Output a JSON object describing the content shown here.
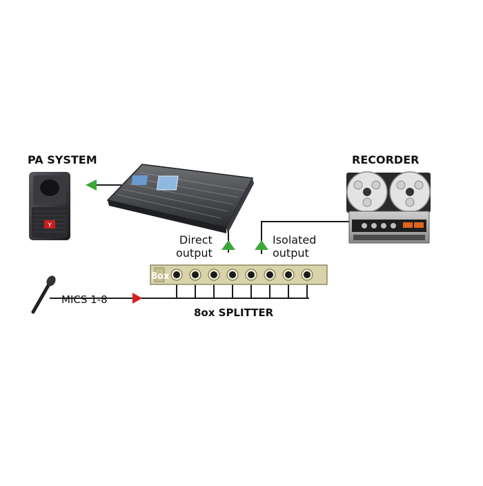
{
  "labels": {
    "pa_system": "PA SYSTEM",
    "recorder": "RECORDER",
    "splitter": "8ox SPLITTER",
    "mics": "MICS 1-8",
    "direct_line1": "Direct",
    "direct_line2": "output",
    "isolated_line1": "Isolated",
    "isolated_line2": "output",
    "splitter_badge": "8ox"
  },
  "colors": {
    "line": "#1a1a1a",
    "arrow_green": "#3aa83a",
    "arrow_red": "#d42020",
    "panel": "#d8d3a8",
    "lcd": "#8fb8e0"
  },
  "icons": {
    "speaker": "pa-speaker-icon",
    "mixer": "mixing-console-icon",
    "recorder": "reel-to-reel-recorder-icon",
    "microphone": "microphone-icon",
    "splitter": "rack-splitter-icon"
  },
  "splitter": {
    "channels": 8
  }
}
